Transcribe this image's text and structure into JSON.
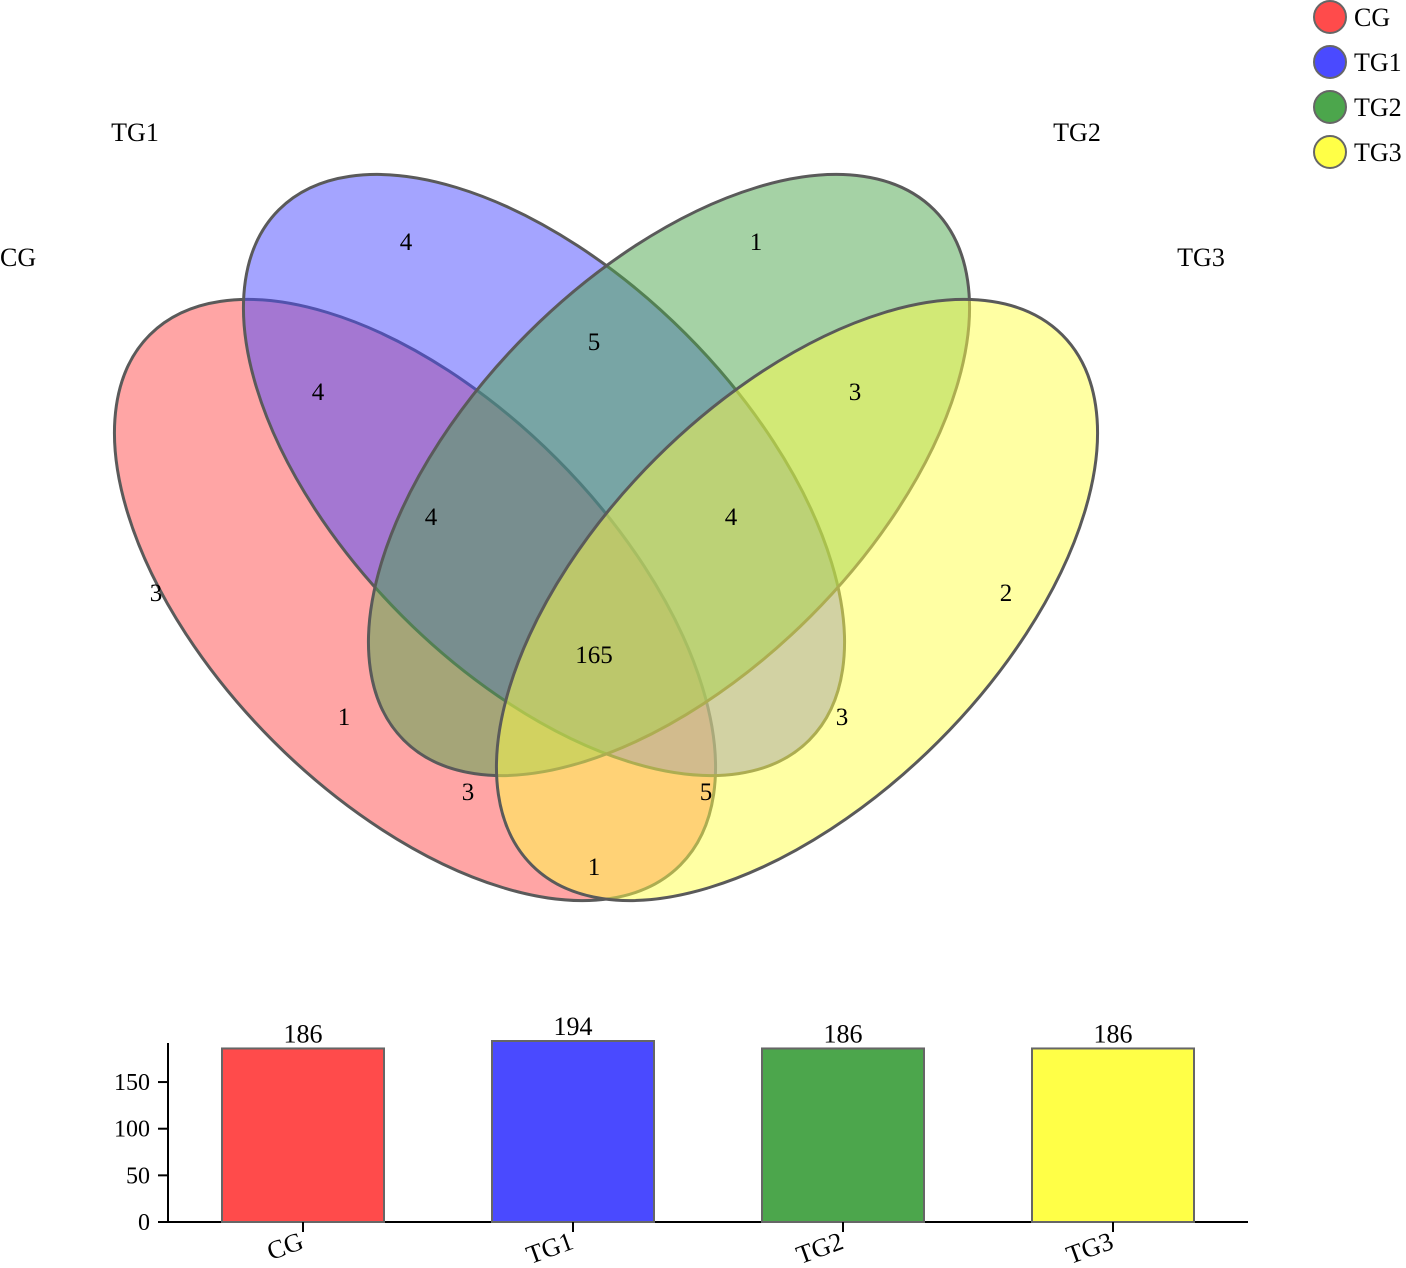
{
  "colors": {
    "CG": "#ff4b4b",
    "TG1": "#4a4aff",
    "TG2": "#4ca64c",
    "TG3": "#ffff47"
  },
  "legend": [
    "CG",
    "TG1",
    "TG2",
    "TG3"
  ],
  "chart_data": [
    {
      "type": "venn",
      "sets": [
        "CG",
        "TG1",
        "TG2",
        "TG3"
      ],
      "regions": [
        {
          "sets": [
            "TG1"
          ],
          "value": 4
        },
        {
          "sets": [
            "TG2"
          ],
          "value": 1
        },
        {
          "sets": [
            "TG1",
            "TG2"
          ],
          "value": 5
        },
        {
          "sets": [
            "CG",
            "TG1"
          ],
          "value": 4
        },
        {
          "sets": [
            "TG2",
            "TG3"
          ],
          "value": 3
        },
        {
          "sets": [
            "CG"
          ],
          "value": 3
        },
        {
          "sets": [
            "CG",
            "TG1",
            "TG2"
          ],
          "value": 4
        },
        {
          "sets": [
            "TG1",
            "TG2",
            "TG3"
          ],
          "value": 4
        },
        {
          "sets": [
            "TG3"
          ],
          "value": 2
        },
        {
          "sets": [
            "CG",
            "TG1",
            "TG2",
            "TG3"
          ],
          "value": 165
        },
        {
          "sets": [
            "CG",
            "TG2"
          ],
          "value": 1
        },
        {
          "sets": [
            "TG1",
            "TG3"
          ],
          "value": 3
        },
        {
          "sets": [
            "CG",
            "TG2",
            "TG3"
          ],
          "value": 3
        },
        {
          "sets": [
            "CG",
            "TG1",
            "TG3"
          ],
          "value": 5
        },
        {
          "sets": [
            "CG",
            "TG3"
          ],
          "value": 1
        }
      ]
    },
    {
      "type": "bar",
      "categories": [
        "CG",
        "TG1",
        "TG2",
        "TG3"
      ],
      "values": [
        186,
        194,
        186,
        186
      ],
      "ylim": [
        0,
        194
      ],
      "yticks": [
        "0",
        "50",
        "100",
        "150"
      ],
      "xlabel": "",
      "ylabel": ""
    }
  ]
}
